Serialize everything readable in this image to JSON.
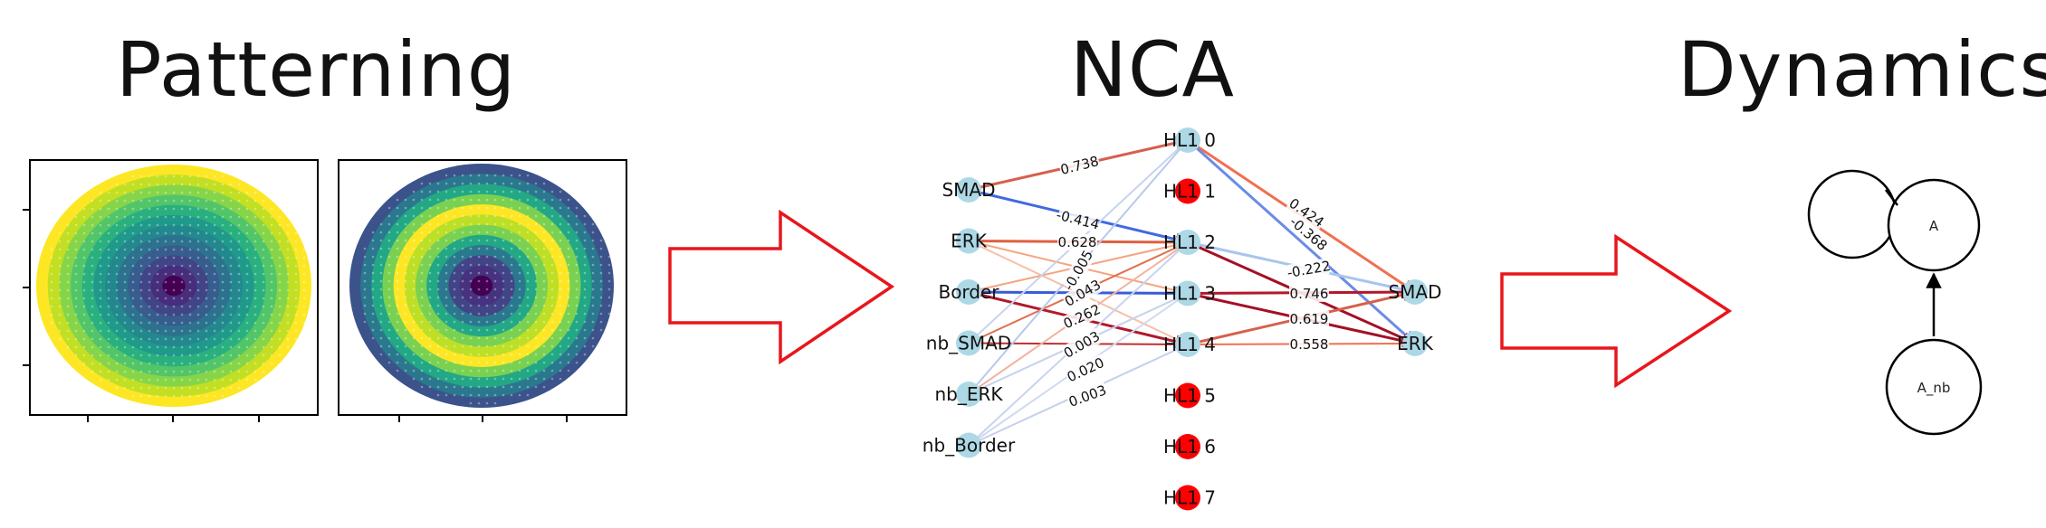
{
  "headings": {
    "patterning": "Patterning",
    "nca": "NCA",
    "dynamics": "Dynamics"
  },
  "colors": {
    "arrow": "#e8161c",
    "input_node": "#add8e6",
    "inactive_node": "#ff0000",
    "positive_edge": "#b2182b",
    "negative_edge": "#4169e1"
  },
  "network": {
    "inputs": [
      "SMAD",
      "ERK",
      "Border",
      "nb_SMAD",
      "nb_ERK",
      "nb_Border"
    ],
    "hidden": [
      {
        "label": "HL1 0",
        "active": true
      },
      {
        "label": "HL1 1",
        "active": false
      },
      {
        "label": "HL1 2",
        "active": true
      },
      {
        "label": "HL1 3",
        "active": true
      },
      {
        "label": "HL1 4",
        "active": true
      },
      {
        "label": "HL1 5",
        "active": false
      },
      {
        "label": "HL1 6",
        "active": false
      },
      {
        "label": "HL1 7",
        "active": false
      }
    ],
    "outputs": [
      "SMAD",
      "ERK"
    ],
    "weight_labels": [
      "0.738",
      "-0.414",
      "0.628",
      "-0.005",
      "0.043",
      "0.262",
      "0.003",
      "0.020",
      "0.003",
      "0.424",
      "-0.368",
      "-0.222",
      "0.746",
      "0.619",
      "0.558"
    ]
  },
  "dynamics": {
    "node_a": "A",
    "node_anb": "A_nb"
  }
}
